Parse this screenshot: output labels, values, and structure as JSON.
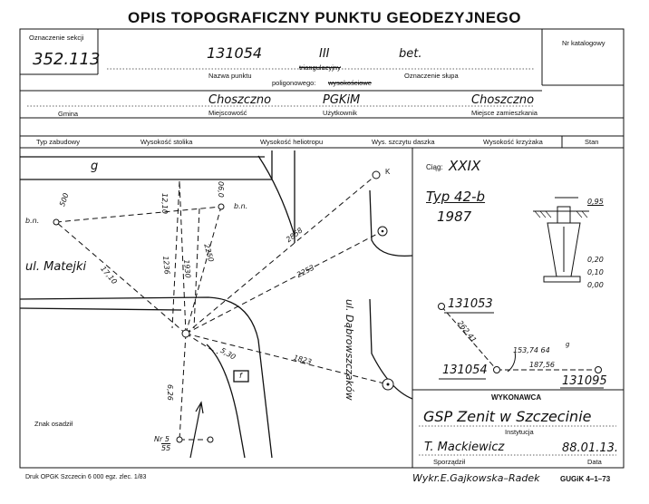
{
  "header": {
    "title": "OPIS TOPOGRAFICZNY PUNKTU GEODEZYJNEGO"
  },
  "section": {
    "label": "Oznaczenie sekcji",
    "value": "352.113"
  },
  "catalog": {
    "label": "Nr katalogowy"
  },
  "point": {
    "number": "131054",
    "class": "III",
    "marker": "bet.",
    "name_label": "Nazwa punktu",
    "type_struck": "triangulacyjny",
    "type_label": "poligonowego:",
    "height_struck": "wysokościowe",
    "marker_label": "Oznaczenie słupa"
  },
  "location": {
    "commune_label": "Gmina",
    "town": "Choszczno",
    "town_label": "Miejscowość",
    "user": "PGKiM",
    "user_label": "Użytkownik",
    "residence": "Choszczno",
    "residence_label": "Miejsce zamieszkania"
  },
  "columns": [
    "Typ zabudowy",
    "Wysokość stolika",
    "Wysokość heliotropu",
    "Wys. szczytu daszka",
    "Wysokość krzyżaka",
    "Stan"
  ],
  "sketch": {
    "g_label": "g",
    "bn_label": "b.n.",
    "street1": "ul. Matejki",
    "street2": "ul. Dąbrowszczaków",
    "k_label": "K",
    "dist": [
      "12,10",
      "06,0",
      "500",
      "17,10",
      "1236",
      "1930",
      "2250",
      "2858",
      "2253",
      "1823",
      "5,30",
      "6,26"
    ],
    "nr_label": "Nr 5",
    "nr_sub": "55",
    "f_label": "f",
    "znak_label": "Znak osadził"
  },
  "info": {
    "ciag_label": "Ciąg:",
    "ciag": "XXIX",
    "type": "Typ 42-b",
    "year": "1987",
    "dims": [
      "0,95",
      "0,20",
      "0,10",
      "0,00"
    ],
    "p1": "131053",
    "p2": "131054",
    "p3": "131095",
    "d1": "262,41",
    "angle": "153,74 64",
    "angle_unit": "g",
    "d2": "187,56"
  },
  "execution": {
    "label": "WYKONAWCA",
    "institution": "GSP Zenit w Szczecinie",
    "institution_label": "Instytucja",
    "author": "T. Mackiewicz",
    "author_label": "Sporządził",
    "date": "88.01.13.",
    "date_label": "Data"
  },
  "footer": {
    "print": "Druk OPGK Szczecin 6 000 egz. zlec. 1/83",
    "drawn": "Wykr.E.Gajkowska–Radek",
    "code": "GUGiK 4–1–73"
  }
}
